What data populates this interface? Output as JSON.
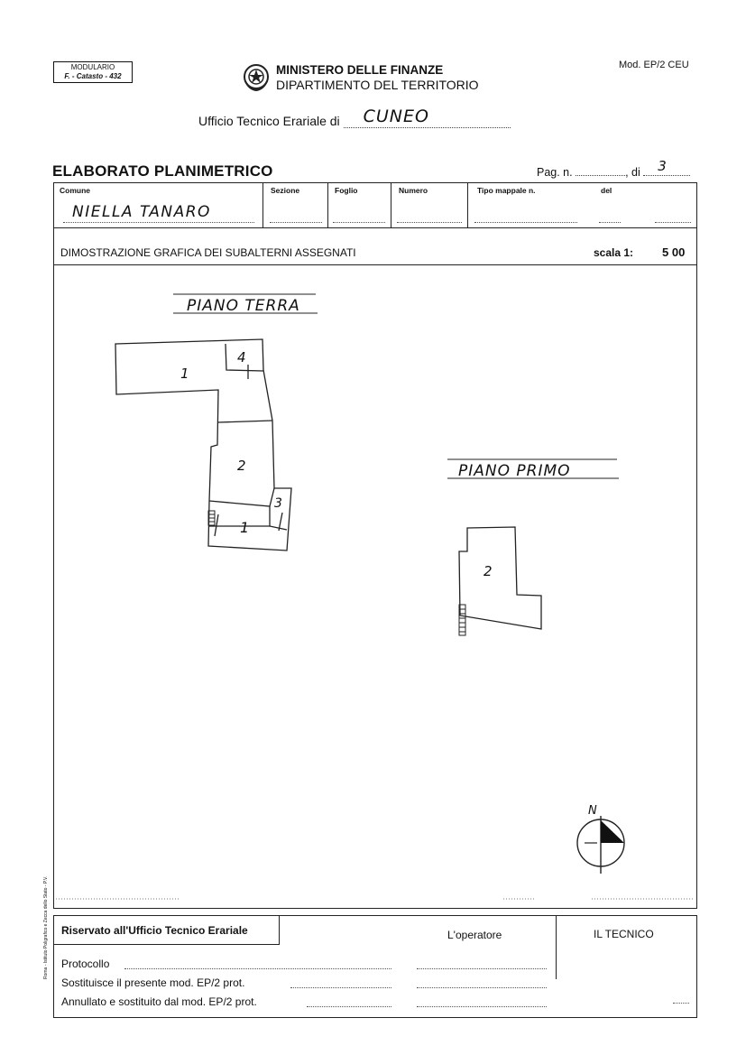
{
  "header": {
    "modulario_line1": "MODULARIO",
    "modulario_line2": "F. - Catasto - 432",
    "ministry": "MINISTERO DELLE FINANZE",
    "department": "DIPARTIMENTO DEL TERRITORIO",
    "model_code": "Mod. EP/2 CEU",
    "office_label": "Ufficio Tecnico Erariale di",
    "office_value": "CUNEO"
  },
  "document": {
    "title": "ELABORATO PLANIMETRICO",
    "page_label": "Pag. n.",
    "page_value": "",
    "of_label": ", di",
    "of_value": "3"
  },
  "fields": {
    "comune_label": "Comune",
    "comune_value": "NIELLA TANARO",
    "sezione_label": "Sezione",
    "foglio_label": "Foglio",
    "numero_label": "Numero",
    "tipo_label": "Tipo mappale n.",
    "del_label": "del"
  },
  "section": {
    "label": "DIMOSTRAZIONE GRAFICA DEI SUBALTERNI ASSEGNATI",
    "scale_label": "scala 1:",
    "scale_value": "5 00"
  },
  "drawing": {
    "ground_floor_title": "PIANO TERRA",
    "first_floor_title": "PIANO PRIMO",
    "units": {
      "u1": "1",
      "u2": "2",
      "u3": "3",
      "u4": "4"
    },
    "north": "N"
  },
  "footer": {
    "reserved": "Riservato all'Ufficio Tecnico Erariale",
    "operator": "L'operatore",
    "technician": "IL TECNICO",
    "protocollo": "Protocollo",
    "sostituisce": "Sostituisce il presente mod. EP/2 prot.",
    "annullato": "Annullato e sostituito dal mod. EP/2 prot."
  },
  "side_print": "Roma - Istituto Poligrafico e Zecca dello Stato - P.V."
}
